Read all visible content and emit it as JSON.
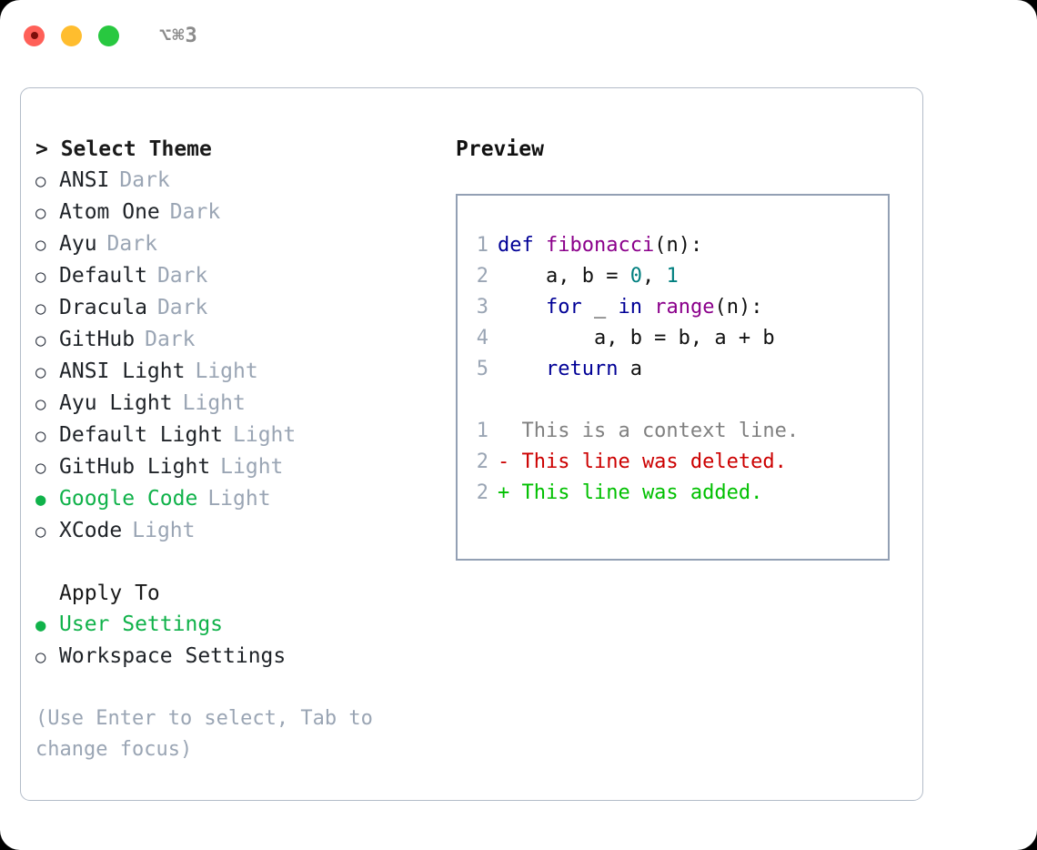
{
  "titlebar": {
    "shortcut": "⌥⌘3",
    "buttons": [
      {
        "name": "close",
        "color": "#ff6058"
      },
      {
        "name": "minimize",
        "color": "#ffbd2e"
      },
      {
        "name": "maximize",
        "color": "#28c840"
      }
    ]
  },
  "theme_picker": {
    "header": "> Select Theme",
    "items": [
      {
        "marker": "○",
        "name": "ANSI",
        "category": "Dark",
        "selected": false
      },
      {
        "marker": "○",
        "name": "Atom One",
        "category": "Dark",
        "selected": false
      },
      {
        "marker": "○",
        "name": "Ayu",
        "category": "Dark",
        "selected": false
      },
      {
        "marker": "○",
        "name": "Default",
        "category": "Dark",
        "selected": false
      },
      {
        "marker": "○",
        "name": "Dracula",
        "category": "Dark",
        "selected": false
      },
      {
        "marker": "○",
        "name": "GitHub",
        "category": "Dark",
        "selected": false
      },
      {
        "marker": "○",
        "name": "ANSI Light",
        "category": "Light",
        "selected": false
      },
      {
        "marker": "○",
        "name": "Ayu Light",
        "category": "Light",
        "selected": false
      },
      {
        "marker": "○",
        "name": "Default Light",
        "category": "Light",
        "selected": false
      },
      {
        "marker": "○",
        "name": "GitHub Light",
        "category": "Light",
        "selected": false
      },
      {
        "marker": "●",
        "name": "Google Code",
        "category": "Light",
        "selected": true
      },
      {
        "marker": "○",
        "name": "XCode",
        "category": "Light",
        "selected": false
      }
    ]
  },
  "apply_to": {
    "header": "Apply To",
    "items": [
      {
        "marker": "●",
        "name": "User Settings",
        "selected": true
      },
      {
        "marker": "○",
        "name": "Workspace Settings",
        "selected": false
      }
    ]
  },
  "hint": "(Use Enter to select, Tab to change focus)",
  "preview": {
    "title": "Preview",
    "code": [
      {
        "lineno": "1",
        "tokens": [
          {
            "t": "def ",
            "c": "kw"
          },
          {
            "t": "fibonacci",
            "c": "fn"
          },
          {
            "t": "(n):",
            "c": "pl"
          }
        ]
      },
      {
        "lineno": "2",
        "tokens": [
          {
            "t": "    a, b = ",
            "c": "pl"
          },
          {
            "t": "0",
            "c": "num"
          },
          {
            "t": ", ",
            "c": "pl"
          },
          {
            "t": "1",
            "c": "num"
          }
        ]
      },
      {
        "lineno": "3",
        "tokens": [
          {
            "t": "    ",
            "c": "pl"
          },
          {
            "t": "for",
            "c": "kw"
          },
          {
            "t": " _ ",
            "c": "pl"
          },
          {
            "t": "in",
            "c": "kw"
          },
          {
            "t": " ",
            "c": "pl"
          },
          {
            "t": "range",
            "c": "fn"
          },
          {
            "t": "(n):",
            "c": "pl"
          }
        ]
      },
      {
        "lineno": "4",
        "tokens": [
          {
            "t": "        a, b = b, a + b",
            "c": "pl"
          }
        ]
      },
      {
        "lineno": "5",
        "tokens": [
          {
            "t": "    ",
            "c": "pl"
          },
          {
            "t": "return",
            "c": "kw"
          },
          {
            "t": " a",
            "c": "pl"
          }
        ]
      }
    ],
    "diff": [
      {
        "lineno": "1",
        "kind": "ctx",
        "text": "  This is a context line."
      },
      {
        "lineno": "2",
        "kind": "del",
        "text": "- This line was deleted."
      },
      {
        "lineno": "2",
        "kind": "add",
        "text": "+ This line was added."
      }
    ]
  },
  "colors": {
    "accent_green": "#10b24a",
    "muted": "#9aa5b4",
    "keyword": "#000096",
    "function": "#8b008b",
    "number": "#007f7f",
    "diff_delete": "#cc0000",
    "diff_add": "#00c000",
    "panel_border": "#b3bcc8",
    "preview_border": "#93a0b4"
  }
}
